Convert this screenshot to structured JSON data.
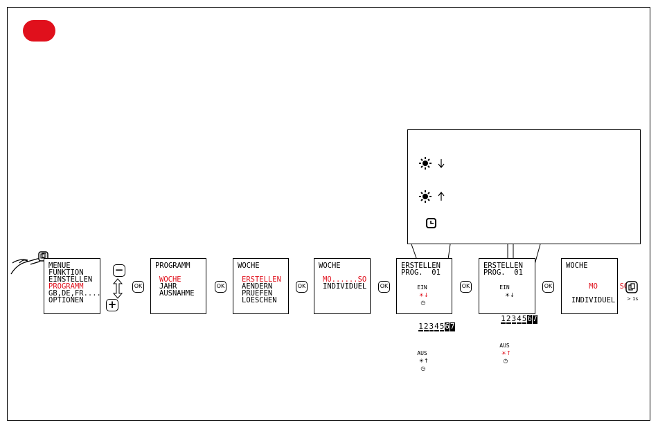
{
  "colors": {
    "accent": "#e0101c",
    "border": "#000000"
  },
  "screens": {
    "menu": {
      "lines": [
        "MENUE",
        "FUNKTION",
        "EINSTELLEN",
        "PROGRAMM",
        "GB,DE,FR....",
        "OPTIONEN"
      ]
    },
    "programm": {
      "title": "PROGRAMM",
      "items": [
        "WOCHE",
        "JAHR",
        "AUSNAHME"
      ]
    },
    "woche1": {
      "title": "WOCHE",
      "items": [
        "ERSTELLEN",
        "AENDERN",
        "PRUEFEN",
        "LOESCHEN"
      ]
    },
    "woche2": {
      "title": "WOCHE",
      "range": "MO......SO",
      "item": "INDIVIDUEL"
    },
    "erstellen1": {
      "line1": "ERSTELLEN",
      "line2": "PROG.  01",
      "ein": "EIN",
      "aus": "AUS",
      "days": [
        "1",
        "2",
        "3",
        "4",
        "5",
        "6",
        "7"
      ]
    },
    "erstellen2": {
      "line1": "ERSTELLEN",
      "line2": "PROG.  01",
      "ein": "EIN",
      "aus": "AUS",
      "days": [
        "1",
        "2",
        "3",
        "4",
        "5",
        "6",
        "7"
      ]
    },
    "woche3": {
      "title": "WOCHE",
      "mo": "MO",
      "so": "SO",
      "item": "INDIVIDUEL"
    }
  },
  "buttons": {
    "ok": "OK",
    "minus": "−",
    "plus": "+",
    "hold": "> 1s"
  },
  "icons": {
    "sun_down": "sunset-icon",
    "sun_up": "sunrise-icon",
    "clock": "clock-icon",
    "hand": "finger-press-icon",
    "enter": "menu-button-icon"
  }
}
